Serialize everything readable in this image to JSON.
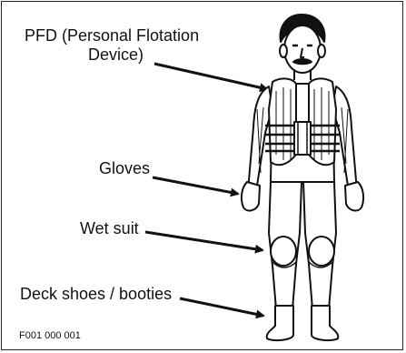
{
  "labels": {
    "pfd_line1": "PFD (Personal Flotation",
    "pfd_line2": "Device)",
    "gloves": "Gloves",
    "wet_suit": "Wet suit",
    "deck_shoes": "Deck shoes / booties"
  },
  "figure_code": "F001 000 001",
  "colors": {
    "ink": "#111111",
    "background": "#ffffff"
  }
}
